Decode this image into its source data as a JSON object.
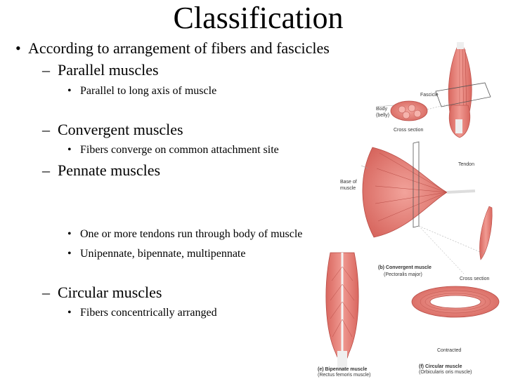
{
  "slide": {
    "title": "Classification",
    "bullet": "According to arrangement of fibers and fascicles",
    "sections": [
      {
        "heading": "Parallel muscles",
        "points": [
          "Parallel to long axis of muscle"
        ]
      },
      {
        "heading": "Convergent muscles",
        "points": [
          "Fibers converge on common attachment site"
        ]
      },
      {
        "heading": "Pennate muscles",
        "points": [
          "One or more tendons run through body of muscle",
          "Unipennate, bipennate, multipennate"
        ]
      },
      {
        "heading": "Circular muscles",
        "points": [
          "Fibers concentrically arranged"
        ]
      }
    ]
  },
  "figure": {
    "labels": {
      "fascicle": "Fascicle",
      "body": "Body",
      "belly": "(belly)",
      "cross_section_top": "Cross section",
      "tendon": "Tendon",
      "base": "Base of",
      "base2": "muscle",
      "convergent": "(b) Convergent muscle",
      "convergent_sub": "(Pectoralis major)",
      "cross_section_mid": "Cross section",
      "contracted": "Contracted",
      "bipennate": "(e) Bipennate muscle",
      "bipennate_sub": "(Rectus femoris muscle)",
      "circular": "(f) Circular muscle",
      "circular_sub": "(Orbicularis oris muscle)"
    },
    "colors": {
      "muscle": "#e8827a",
      "muscle_dark": "#c85a55",
      "tendon": "#f2f2f2"
    }
  }
}
